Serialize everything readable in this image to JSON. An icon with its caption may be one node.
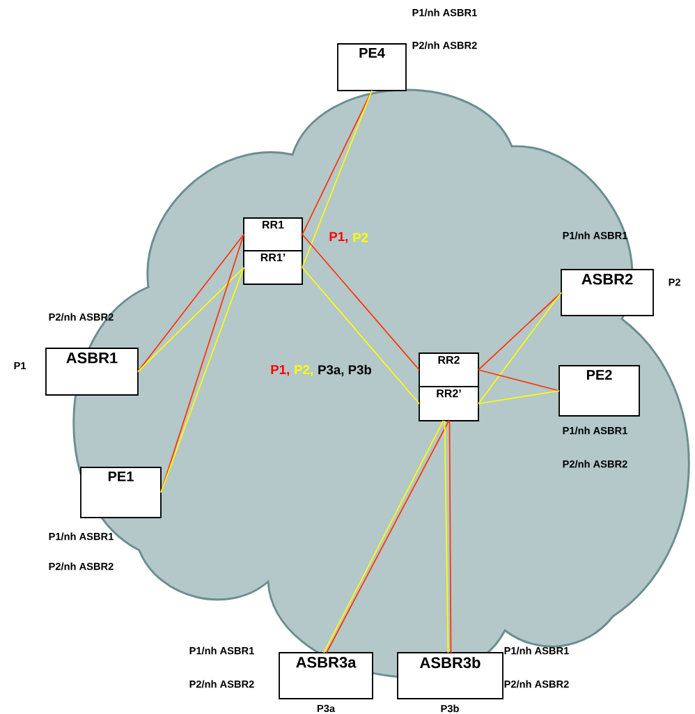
{
  "diagram": {
    "nodes": [
      {
        "text": [
          "PE4"
        ],
        "beside": [
          "P1/nh ASBR1",
          "P2/nh ASBR2"
        ]
      },
      {
        "text": [
          "RR1"
        ]
      },
      {
        "text": [
          "RR1’"
        ]
      },
      {
        "text": [
          "ASBR2"
        ],
        "beside": [
          "P1/nh ASBR1",
          "P2"
        ]
      },
      {
        "text": [
          "ASBR1"
        ],
        "beside": [
          "P2/nh ASBR2",
          "P1"
        ]
      },
      {
        "text": [
          "RR2"
        ]
      },
      {
        "text": [
          "RR2’"
        ]
      },
      {
        "text": [
          "PE2"
        ],
        "beside": [
          "P1/nh ASBR1",
          "P2/nh ASBR2"
        ]
      },
      {
        "text": [
          "PE1"
        ],
        "beside": [
          "P1/nh ASBR1",
          "P2/nh ASBR2"
        ]
      },
      {
        "text": [
          "ASBR3a"
        ],
        "beside": [
          "P1/nh ASBR1",
          "P2/nh ASBR2",
          "P3a"
        ]
      },
      {
        "text": [
          "ASBR3b"
        ],
        "beside": [
          "P1/nh ASBR1",
          "P2/nh ASBR2",
          "P3b"
        ]
      }
    ],
    "edges": [
      {
        "from": 0,
        "to": 1,
        "arrow": "none",
        "color": "#ff3300"
      },
      {
        "from": 0,
        "to": 2,
        "arrow": "none",
        "color": "#ffff00"
      },
      {
        "from": 1,
        "to": 4,
        "arrow": "none",
        "color": "#ff3300"
      },
      {
        "from": 2,
        "to": 4,
        "arrow": "none",
        "color": "#ffff00"
      },
      {
        "from": 1,
        "to": 8,
        "arrow": "none",
        "color": "#ff3300"
      },
      {
        "from": 2,
        "to": 8,
        "arrow": "none",
        "color": "#ffff00"
      },
      {
        "from": 1,
        "to": 5,
        "arrow": "none",
        "color": "#ff3300"
      },
      {
        "from": 2,
        "to": 6,
        "arrow": "none",
        "color": "#ffff00"
      },
      {
        "from": 5,
        "to": 3,
        "arrow": "none",
        "color": "#ff3300"
      },
      {
        "from": 6,
        "to": 3,
        "arrow": "none",
        "color": "#ffff00"
      },
      {
        "from": 5,
        "to": 7,
        "arrow": "none",
        "color": "#ff3300"
      },
      {
        "from": 6,
        "to": 7,
        "arrow": "none",
        "color": "#ffff00"
      },
      {
        "from": 6,
        "to": 9,
        "arrow": "none",
        "color": "#ffff00"
      },
      {
        "from": 6,
        "to": 9,
        "arrow": "none",
        "color": "#ff3300"
      },
      {
        "from": 6,
        "to": 10,
        "arrow": "none",
        "color": "#ffff00"
      },
      {
        "from": 6,
        "to": 10,
        "arrow": "none",
        "color": "#ff3300"
      }
    ],
    "labels": [
      "P1,",
      "P2",
      "P1,",
      "P2,",
      "P3a, P3b"
    ]
  }
}
